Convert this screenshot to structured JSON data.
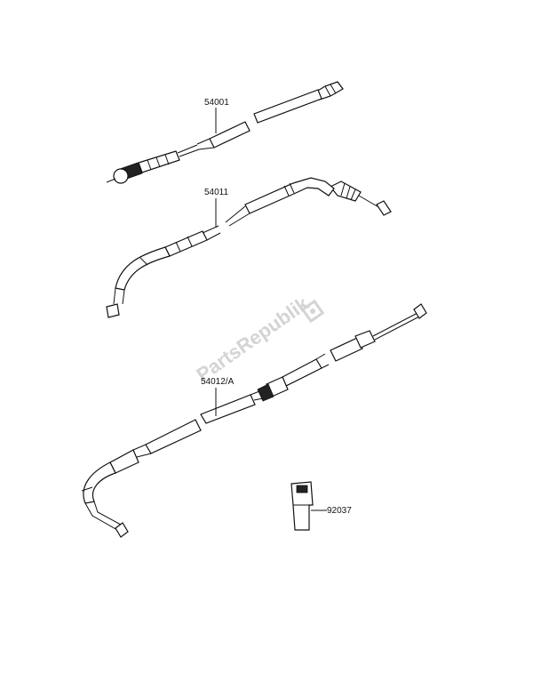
{
  "watermark": "PartsRepublik",
  "parts": [
    {
      "id": "p1",
      "number": "54001"
    },
    {
      "id": "p2",
      "number": "54011"
    },
    {
      "id": "p3",
      "number": "54012/A"
    },
    {
      "id": "p4",
      "number": "92037"
    }
  ]
}
